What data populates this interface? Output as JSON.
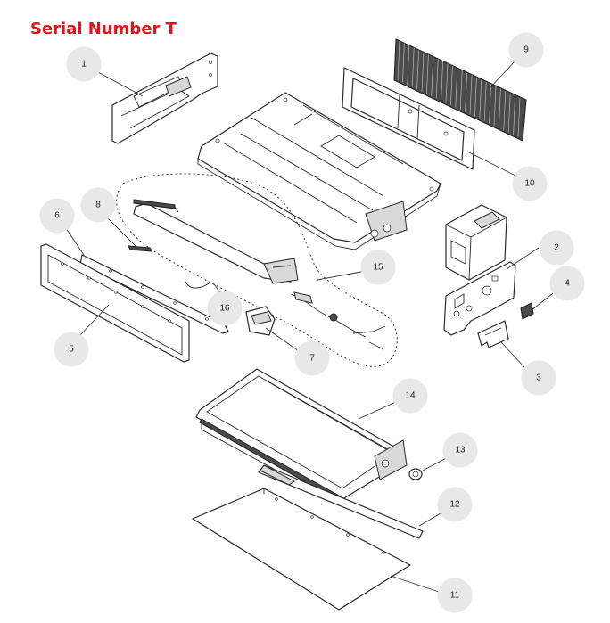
{
  "title": "Serial Number T",
  "colors": {
    "title": "#e0141b",
    "bubble": "#e8e8e8",
    "line": "#2b2b2b"
  },
  "callouts": [
    {
      "id": "c1",
      "label": "1"
    },
    {
      "id": "c2",
      "label": "2"
    },
    {
      "id": "c3",
      "label": "3"
    },
    {
      "id": "c4",
      "label": "4"
    },
    {
      "id": "c5",
      "label": "5"
    },
    {
      "id": "c6",
      "label": "6"
    },
    {
      "id": "c7",
      "label": "7"
    },
    {
      "id": "c8",
      "label": "8"
    },
    {
      "id": "c9",
      "label": "9"
    },
    {
      "id": "c10",
      "label": "10"
    },
    {
      "id": "c11",
      "label": "11"
    },
    {
      "id": "c12",
      "label": "12"
    },
    {
      "id": "c13",
      "label": "13"
    },
    {
      "id": "c14",
      "label": "14"
    },
    {
      "id": "c15",
      "label": "15"
    },
    {
      "id": "c16",
      "label": "16"
    }
  ]
}
